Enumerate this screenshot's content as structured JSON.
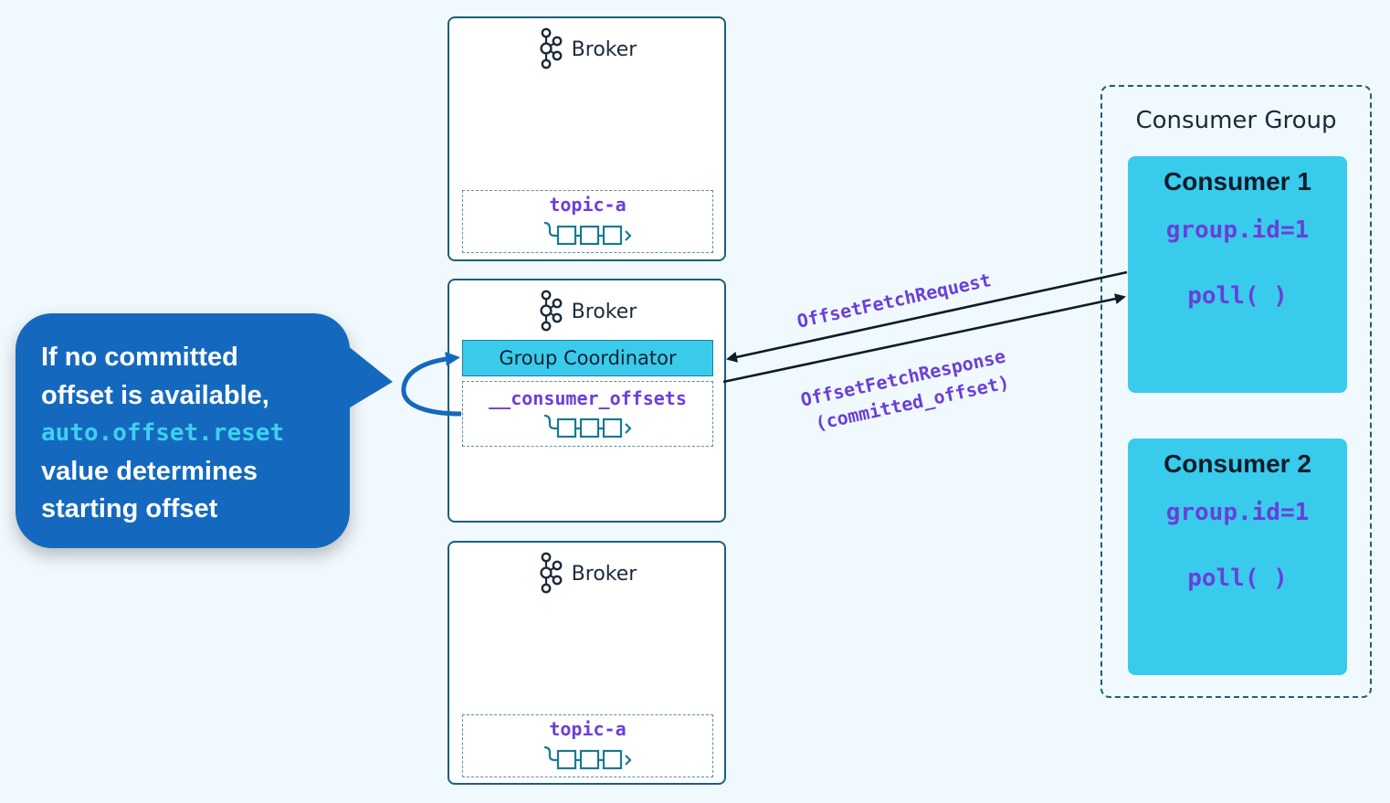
{
  "brokers": [
    {
      "label": "Broker",
      "topic": "topic-a"
    },
    {
      "label": "Broker",
      "coordinator": "Group Coordinator",
      "topic": "__consumer_offsets"
    },
    {
      "label": "Broker",
      "topic": "topic-a"
    }
  ],
  "consumer_group": {
    "title": "Consumer Group",
    "consumers": [
      {
        "name": "Consumer 1",
        "group_id": "group.id=1",
        "call": "poll( )"
      },
      {
        "name": "Consumer 2",
        "group_id": "group.id=1",
        "call": "poll( )"
      }
    ]
  },
  "arrows": {
    "request": "OffsetFetchRequest",
    "response_line1": "OffsetFetchResponse",
    "response_line2": "(committed_offset)"
  },
  "callout": {
    "line1": "If no committed",
    "line2": "offset is available,",
    "code": "auto.offset.reset",
    "line3": "value determines",
    "line4": "starting offset"
  },
  "colors": {
    "background": "#f0f9fd",
    "accent_cyan": "#39cbeb",
    "code_purple": "#6a3fd9",
    "callout_blue": "#1469bf",
    "border_dark": "#1c5f7a"
  },
  "icons": [
    "kafka-logo-icon",
    "log-segments-icon"
  ]
}
